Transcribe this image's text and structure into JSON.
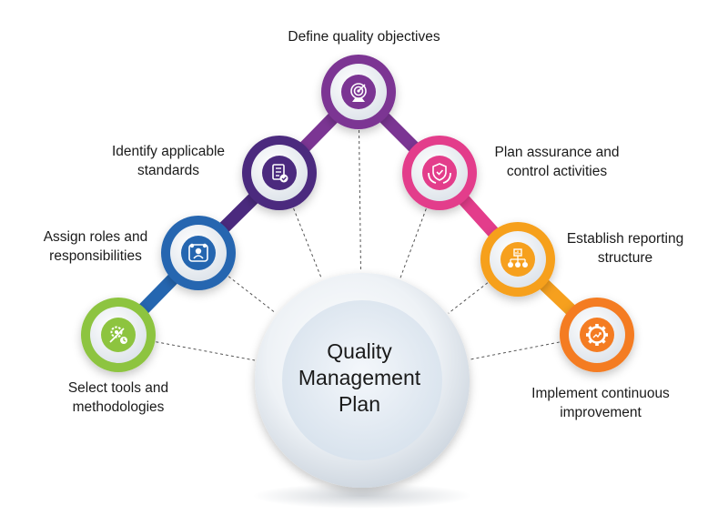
{
  "center": {
    "lines": [
      "Quality",
      "Management",
      "Plan"
    ]
  },
  "steps": [
    {
      "id": "select",
      "lines": [
        "Select tools and",
        "methodologies"
      ],
      "icon": "tools-icon",
      "color": "#8dc43f"
    },
    {
      "id": "assign",
      "lines": [
        "Assign roles and",
        "responsibilities"
      ],
      "icon": "team-icon",
      "color": "#2566b0"
    },
    {
      "id": "identify",
      "lines": [
        "Identify applicable",
        "standards"
      ],
      "icon": "document-check-icon",
      "color": "#4b2a7e"
    },
    {
      "id": "define",
      "lines": [
        "Define quality objectives"
      ],
      "icon": "target-icon",
      "color": "#7b3593"
    },
    {
      "id": "plan",
      "lines": [
        "Plan assurance and",
        "control activities"
      ],
      "icon": "shield-hands-icon",
      "color": "#e33d8b"
    },
    {
      "id": "establish",
      "lines": [
        "Establish reporting",
        "structure"
      ],
      "icon": "reporting-structure-icon",
      "color": "#f6a01e"
    },
    {
      "id": "implement",
      "lines": [
        "Implement continuous",
        "improvement"
      ],
      "icon": "gear-improvement-icon",
      "color": "#f47c22"
    }
  ]
}
